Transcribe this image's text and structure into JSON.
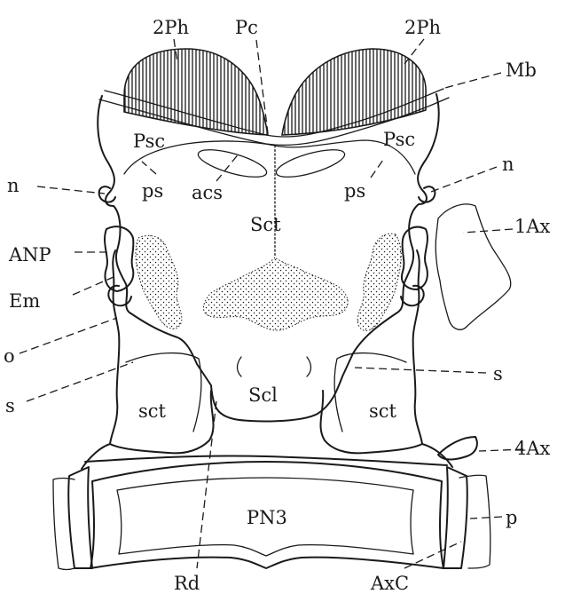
{
  "labels": {
    "ph2_left": "2Ph",
    "pc": "Pc",
    "ph2_right": "2Ph",
    "mb": "Mb",
    "psc_left": "Psc",
    "psc_right": "Psc",
    "n_left": "n",
    "n_right": "n",
    "ps_left": "ps",
    "acs": "acs",
    "ps_right": "ps",
    "sct_upper": "Sct",
    "ax1": "1Ax",
    "anp": "ANP",
    "em": "Em",
    "o": "o",
    "s_left": "s",
    "s_right": "s",
    "scl": "Scl",
    "sct_left": "sct",
    "sct_right": "sct",
    "ax4": "4Ax",
    "p": "p",
    "pn3": "PN3",
    "rd": "Rd",
    "axc": "AxC"
  }
}
